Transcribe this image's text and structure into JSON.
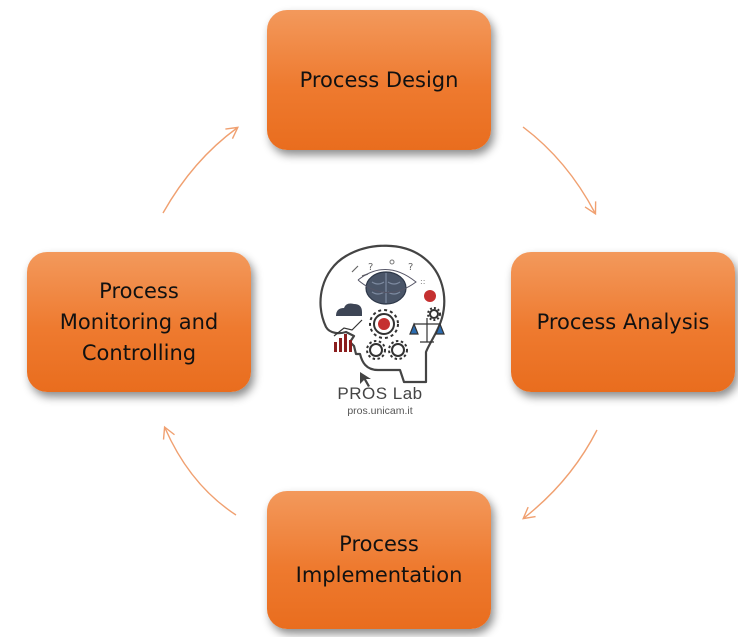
{
  "nodes": {
    "design": {
      "label": "Process Design"
    },
    "analysis": {
      "label": "Process Analysis"
    },
    "implementation": {
      "label": "Process\nImplementation"
    },
    "monitoring": {
      "label": "Process\nMonitoring and\nControlling"
    }
  },
  "logo": {
    "title": "PROS Lab",
    "url": "pros.unicam.it",
    "icon": "head-with-brain-and-gears-icon"
  },
  "colors": {
    "box_top": "#f3995c",
    "box_bottom": "#e96d1e",
    "arrow": "#f0a070",
    "text": "#111111"
  },
  "edges": [
    {
      "from": "design",
      "to": "analysis"
    },
    {
      "from": "analysis",
      "to": "implementation"
    },
    {
      "from": "implementation",
      "to": "monitoring"
    },
    {
      "from": "monitoring",
      "to": "design"
    }
  ]
}
